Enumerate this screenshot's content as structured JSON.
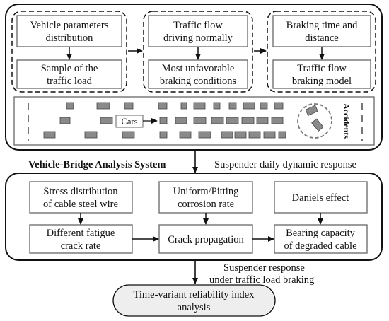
{
  "top_section": {
    "col1": {
      "box1": [
        "Vehicle parameters",
        "distribution"
      ],
      "box2": [
        "Sample of the",
        "traffic load"
      ]
    },
    "col2": {
      "box1": [
        "Traffic flow",
        "driving normally"
      ],
      "box2": [
        "Most unfavorable",
        "braking conditions"
      ]
    },
    "col3": {
      "box1": [
        "Braking time and",
        "distance"
      ],
      "box2": [
        "Traffic flow",
        "braking model"
      ]
    },
    "road": {
      "cars_label": "Cars",
      "accidents_label": "Accidents"
    }
  },
  "middle_labels": {
    "system": "Vehicle-Bridge Analysis System",
    "response": "Suspender daily dynamic response"
  },
  "bottom_section": {
    "row1": [
      [
        "Stress distribution",
        "of cable steel wire"
      ],
      [
        "Uniform/Pitting",
        "corrosion rate"
      ],
      [
        "Daniels effect"
      ]
    ],
    "row2": [
      [
        "Different fatigue",
        "crack rate"
      ],
      [
        "Crack propagation"
      ],
      [
        "Bearing capacity",
        "of degraded cable"
      ]
    ]
  },
  "lower_labels": {
    "response": [
      "Suspender response",
      "under traffic load braking"
    ]
  },
  "result": [
    "Time-variant reliability index",
    "analysis"
  ],
  "colors": {
    "stroke": "#111111",
    "box_border": "#666666",
    "car_fill": "#8a8a8a",
    "result_fill": "#eeeeee"
  }
}
